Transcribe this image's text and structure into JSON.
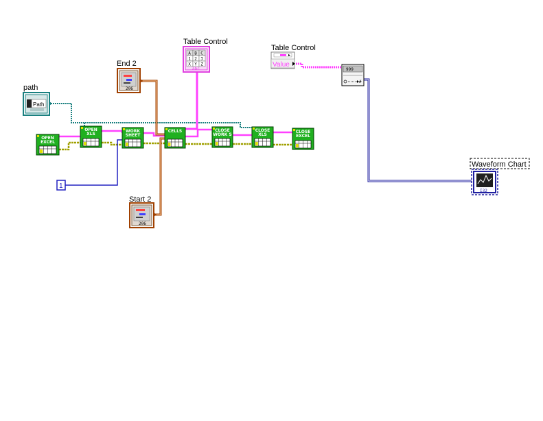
{
  "labels": {
    "path": "path",
    "end2": "End 2",
    "start2": "Start 2",
    "table_control_1": "Table Control",
    "table_control_2": "Table Control",
    "waveform_chart": "Waveform Chart"
  },
  "path_control": {
    "text": "Path"
  },
  "value_node": {
    "text": "Value"
  },
  "constant": {
    "value": "1"
  },
  "table_icon": {
    "cells": [
      "A",
      "B",
      "C",
      "1",
      "2",
      "3",
      "X",
      "Y",
      "Z"
    ],
    "footer": "abc"
  },
  "array_node": {
    "text": "999"
  },
  "subvis": {
    "open_excel": [
      "OPEN",
      "EXCEL"
    ],
    "open_xls": [
      "OPEN",
      "XLS"
    ],
    "work_sheet": [
      "WORK",
      "SHEET"
    ],
    "cells": [
      "CELLS"
    ],
    "close_works": [
      "CLOSE",
      "WORK S"
    ],
    "close_xls": [
      "CLOSE",
      "XLS"
    ],
    "close_excel": [
      "CLOSE",
      "EXCEL"
    ]
  },
  "colors": {
    "refnum_wire": "#1a8080",
    "string_wire": "#ff40ff",
    "error_wire": "#a0a000",
    "int_wire": "#2020c0",
    "cluster_wire": "#a04000",
    "subvi_green": "#20b020"
  },
  "icons": {
    "cluster_terminal": "cluster-terminal-icon",
    "path_terminal": "path-terminal-icon",
    "table_terminal": "table-terminal-icon",
    "waveform_chart_terminal": "waveform-chart-icon",
    "array_index": "array-node-icon"
  }
}
